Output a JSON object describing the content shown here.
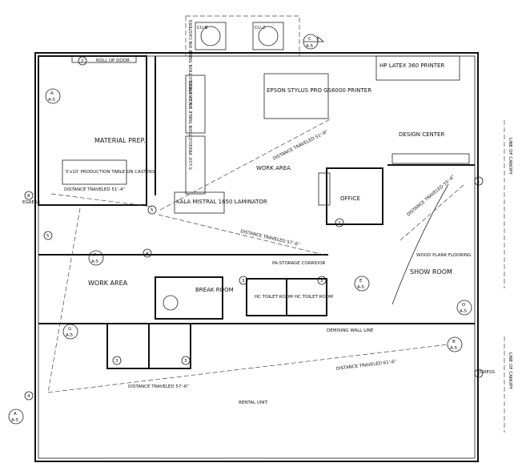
{
  "rooms": {
    "material_prep": "MATERIAL PREP.",
    "work_area_top": "WORK AREA",
    "work_area_left": "WORK AREA",
    "break_room": "BREAK ROOM",
    "office": "OFFICE",
    "show_room": "SHOW ROOM",
    "design_center": "DESIGN CENTER",
    "hc_toilet_1": "HC TOILET ROOM",
    "hc_toilet_2": "HC TOILET ROOM",
    "pa_storage": "PA-STORAGE CORRIDOR"
  },
  "equipment": {
    "hp_latex": "HP LATEX 360 PRINTER",
    "epson": "EPSON STYLUS PRO GS6000 PRINTER",
    "kala": "KALA MISTRAL 1650 LAMINATOR",
    "roll_up_door": "ROLL UP DOOR",
    "cu_b": "CU-B",
    "cu_2": "CU-2",
    "production_table": "5'x10' PRODUCTION TABLE ON CASTERS"
  },
  "notes": {
    "distance_1": "DISTANCE TRAVELED 51'-9\"",
    "distance_2": "DISTANCE TRAVELED 51'-4\"",
    "distance_3": "DISTANCE TRAVELED 57'-6\"",
    "distance_4": "DISTANCE TRAVELED 61'-6\"",
    "distance_5": "DISTANCE TRAVELED 57'-6\"",
    "distance_6": "DISTANCE TRAVELED 55'-4\"",
    "egress_left": "EGRESS",
    "egress_right": "EGRESS",
    "wood_plank": "WOOD PLANK FLOORING",
    "demising_wall": "DEMISING WALL LINE",
    "rental_unit": "RENTAL UNIT",
    "canopy_top": "LINE OF CANOPY",
    "canopy_bottom": "LINE OF CANOPY"
  },
  "section_markers": [
    {
      "num": "C",
      "sheet": "A-5"
    },
    {
      "num": "A",
      "sheet": "A-5"
    },
    {
      "num": "B",
      "sheet": "A-5"
    },
    {
      "num": "F",
      "sheet": "A-5"
    },
    {
      "num": "E",
      "sheet": "A-5"
    },
    {
      "num": "G",
      "sheet": "A-5"
    },
    {
      "num": "D",
      "sheet": "A-5"
    },
    {
      "num": "A",
      "sheet": "A-5"
    }
  ],
  "door_tags": [
    "7",
    "5",
    "4",
    "2",
    "3",
    "1",
    "3",
    "3",
    "3",
    "1",
    "8",
    "5",
    "4"
  ]
}
